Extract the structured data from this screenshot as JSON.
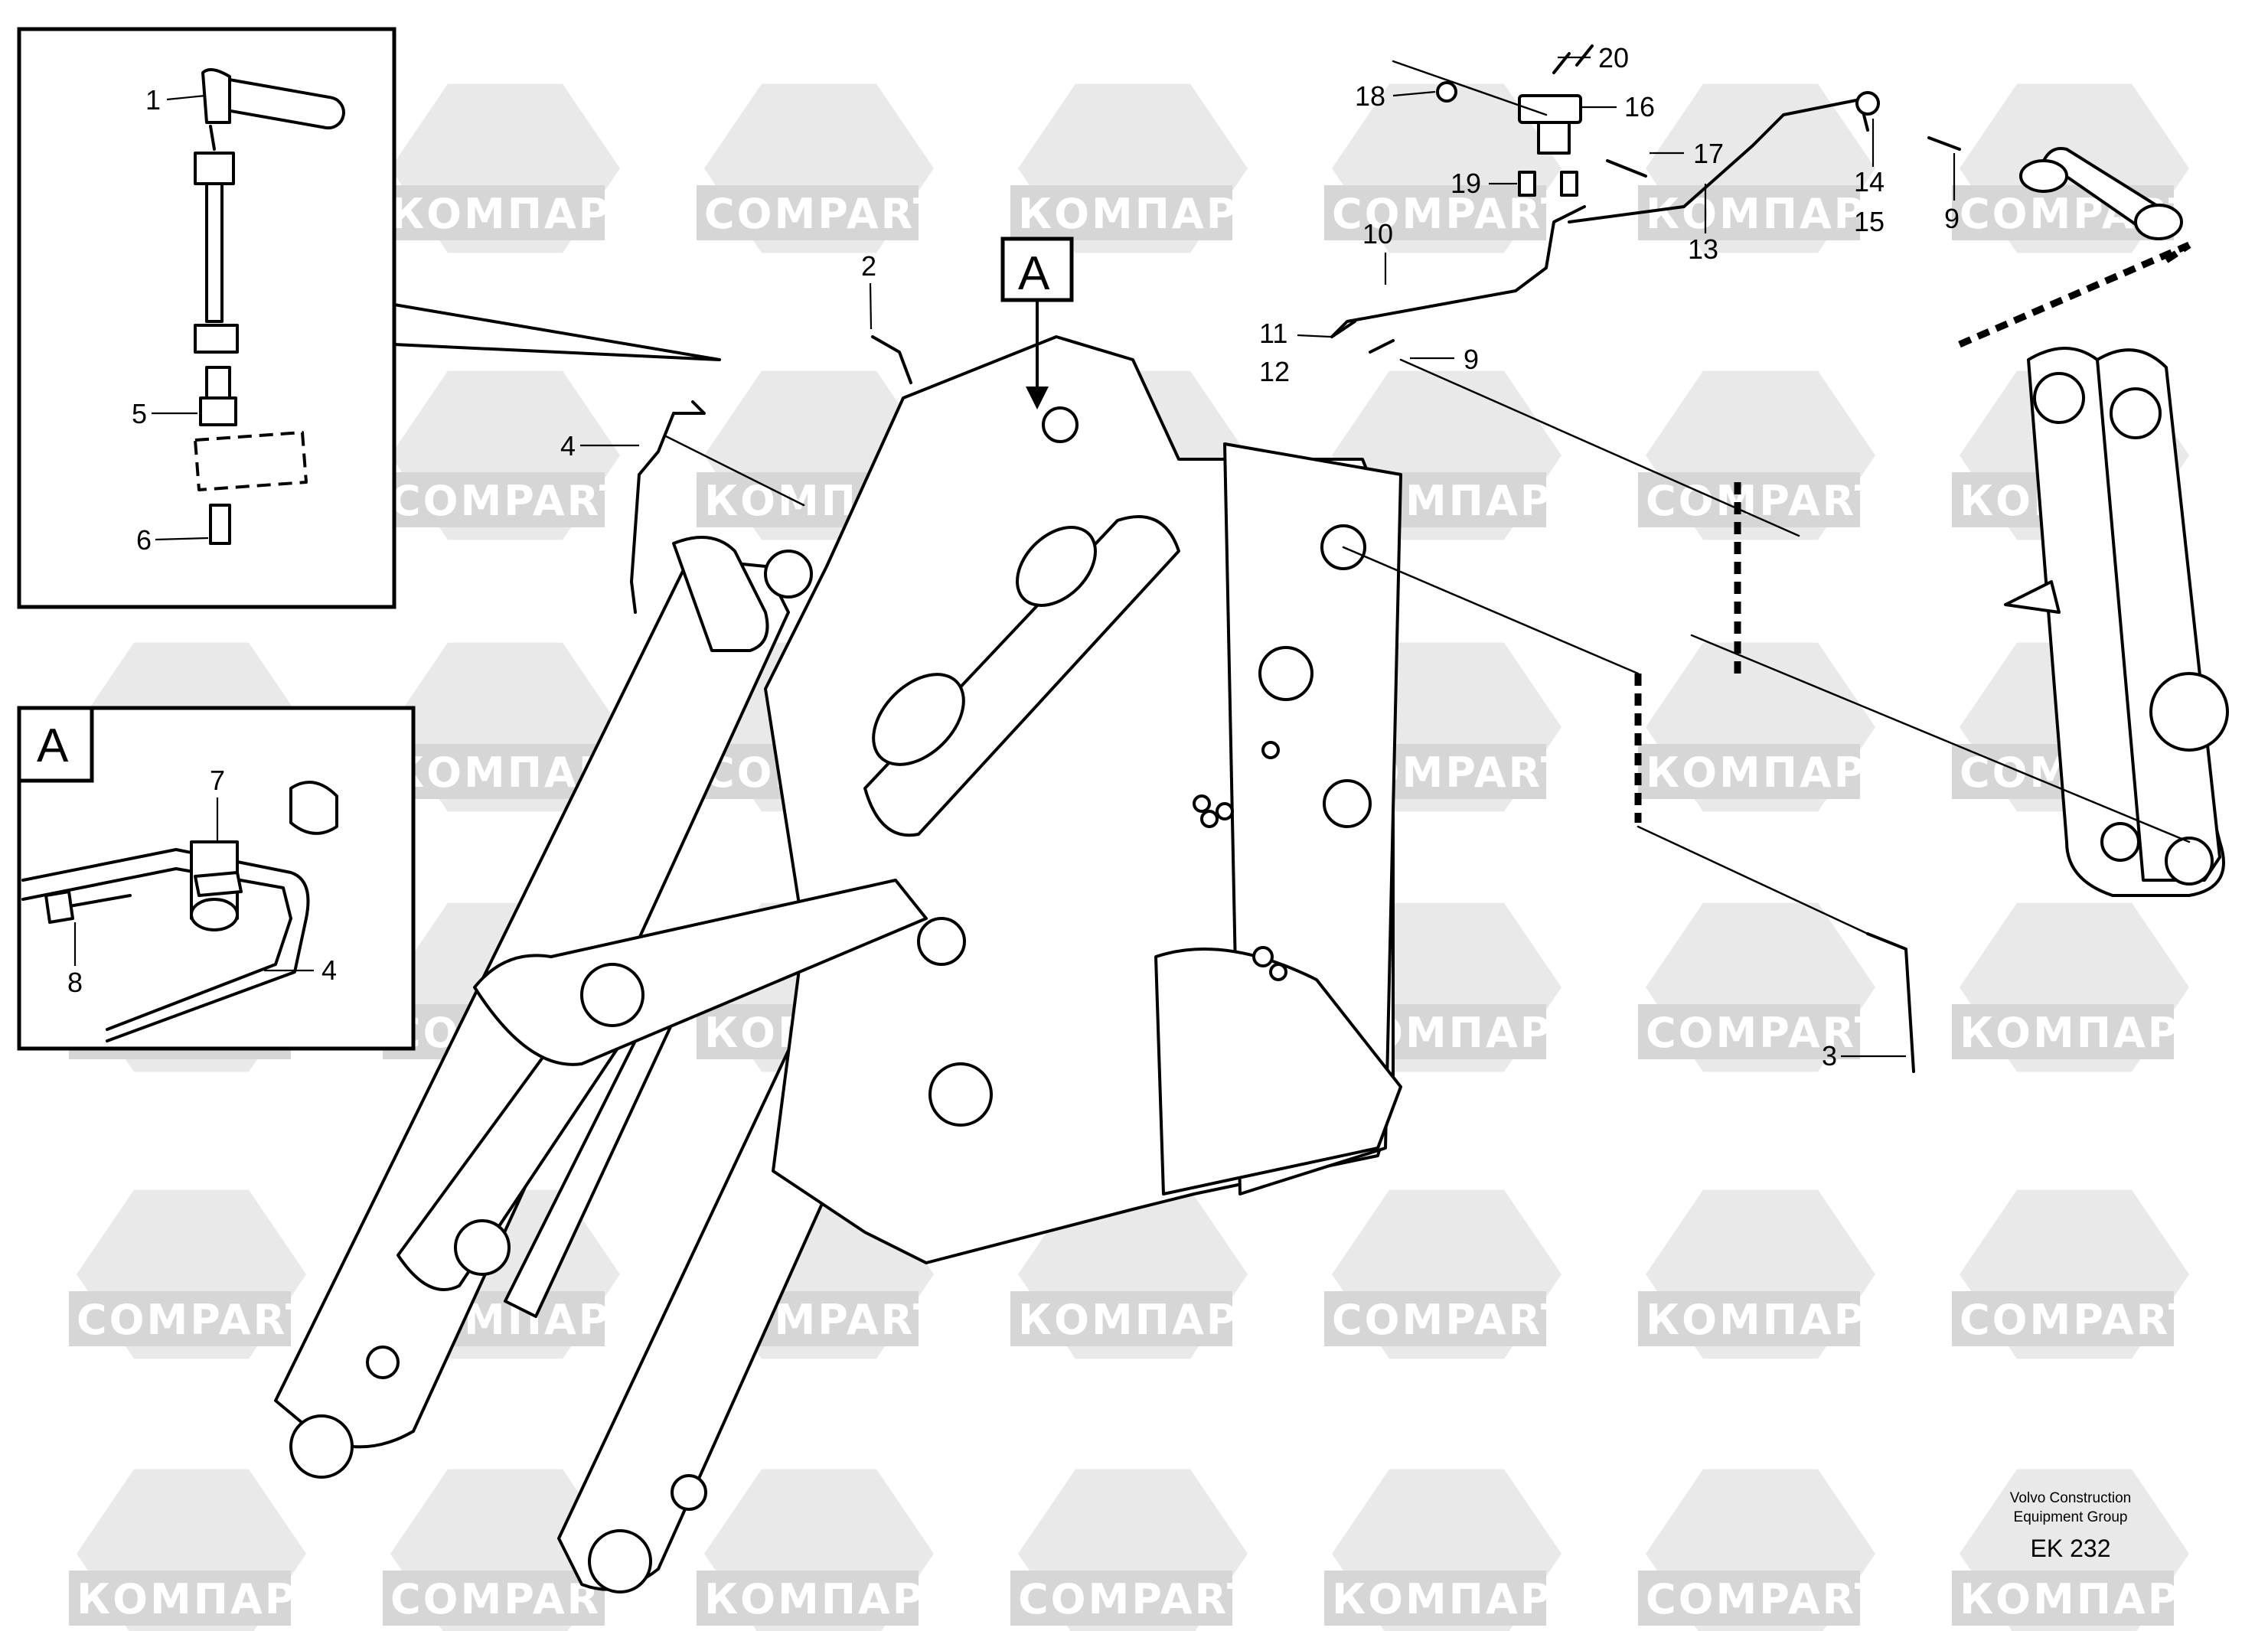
{
  "watermark": {
    "text_latin": "COMPART",
    "text_cyrillic": "КОМПАРТ"
  },
  "detail_views": [
    {
      "id": "detail-1",
      "label": ""
    },
    {
      "id": "detail-A",
      "label": "A"
    }
  ],
  "view_marker": "A",
  "callouts": [
    "1",
    "2",
    "3",
    "4",
    "4",
    "5",
    "6",
    "7",
    "8",
    "9",
    "9",
    "10",
    "11",
    "12",
    "13",
    "14",
    "15",
    "16",
    "17",
    "18",
    "19",
    "20"
  ],
  "footer": {
    "line1": "Volvo Construction",
    "line2": "Equipment Group",
    "code": "EK 232"
  },
  "colors": {
    "line": "#000000",
    "watermark_band": "#d6d6d6",
    "watermark_hex": "#e9e9e9",
    "background": "#ffffff"
  }
}
